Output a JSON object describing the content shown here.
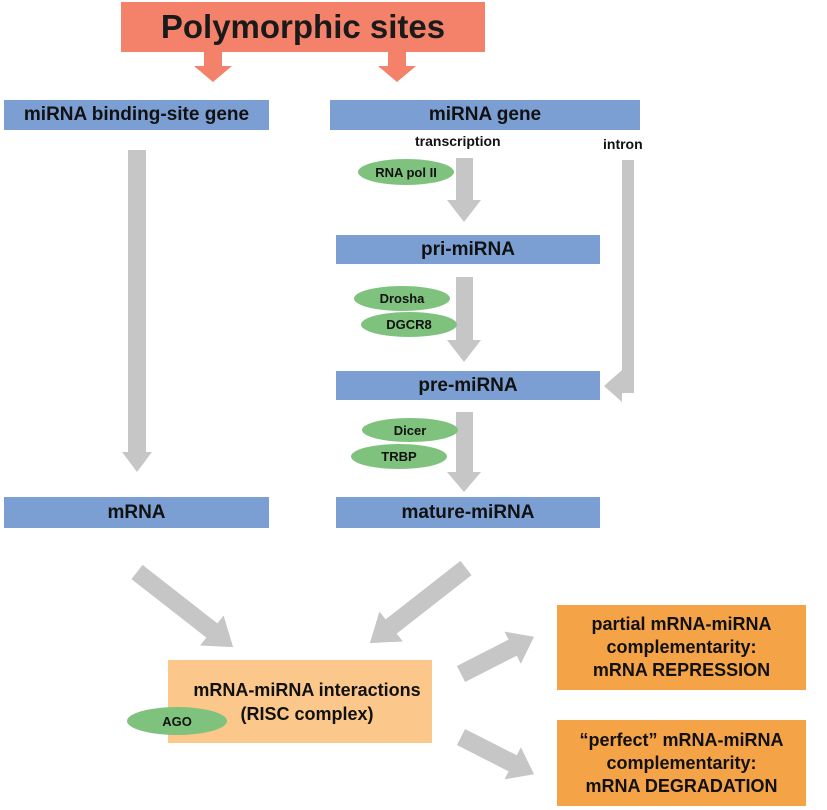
{
  "title": "Polymorphic sites",
  "nodes": {
    "binding_site_gene": "miRNA binding-site gene",
    "mirna_gene": "miRNA gene",
    "pri_mirna": "pri-miRNA",
    "pre_mirna": "pre-miRNA",
    "mrna": "mRNA",
    "mature_mirna": "mature-miRNA"
  },
  "labels": {
    "transcription": "transcription",
    "intron": "intron"
  },
  "enzymes": {
    "rna_pol_ii": "RNA pol II",
    "drosha": "Drosha",
    "dgcr8": "DGCR8",
    "dicer": "Dicer",
    "trbp": "TRBP",
    "ago": "AGO"
  },
  "interaction": {
    "line1": "mRNA-miRNA interactions",
    "line2": "(RISC complex)"
  },
  "outcomes": {
    "repression": {
      "line1": "partial mRNA-miRNA",
      "line2": "complementarity:",
      "line3": "mRNA REPRESSION"
    },
    "degradation": {
      "line1": "“perfect” mRNA-miRNA",
      "line2": "complementarity:",
      "line3": "mRNA DEGRADATION"
    }
  },
  "colors": {
    "title": "#f4826b",
    "node": "#7c9fd3",
    "enzyme": "#7ec27e",
    "interaction": "#fbc78a",
    "outcome": "#f5a347",
    "arrow_gray": "#c6c6c6",
    "arrow_red": "#f4826b"
  }
}
